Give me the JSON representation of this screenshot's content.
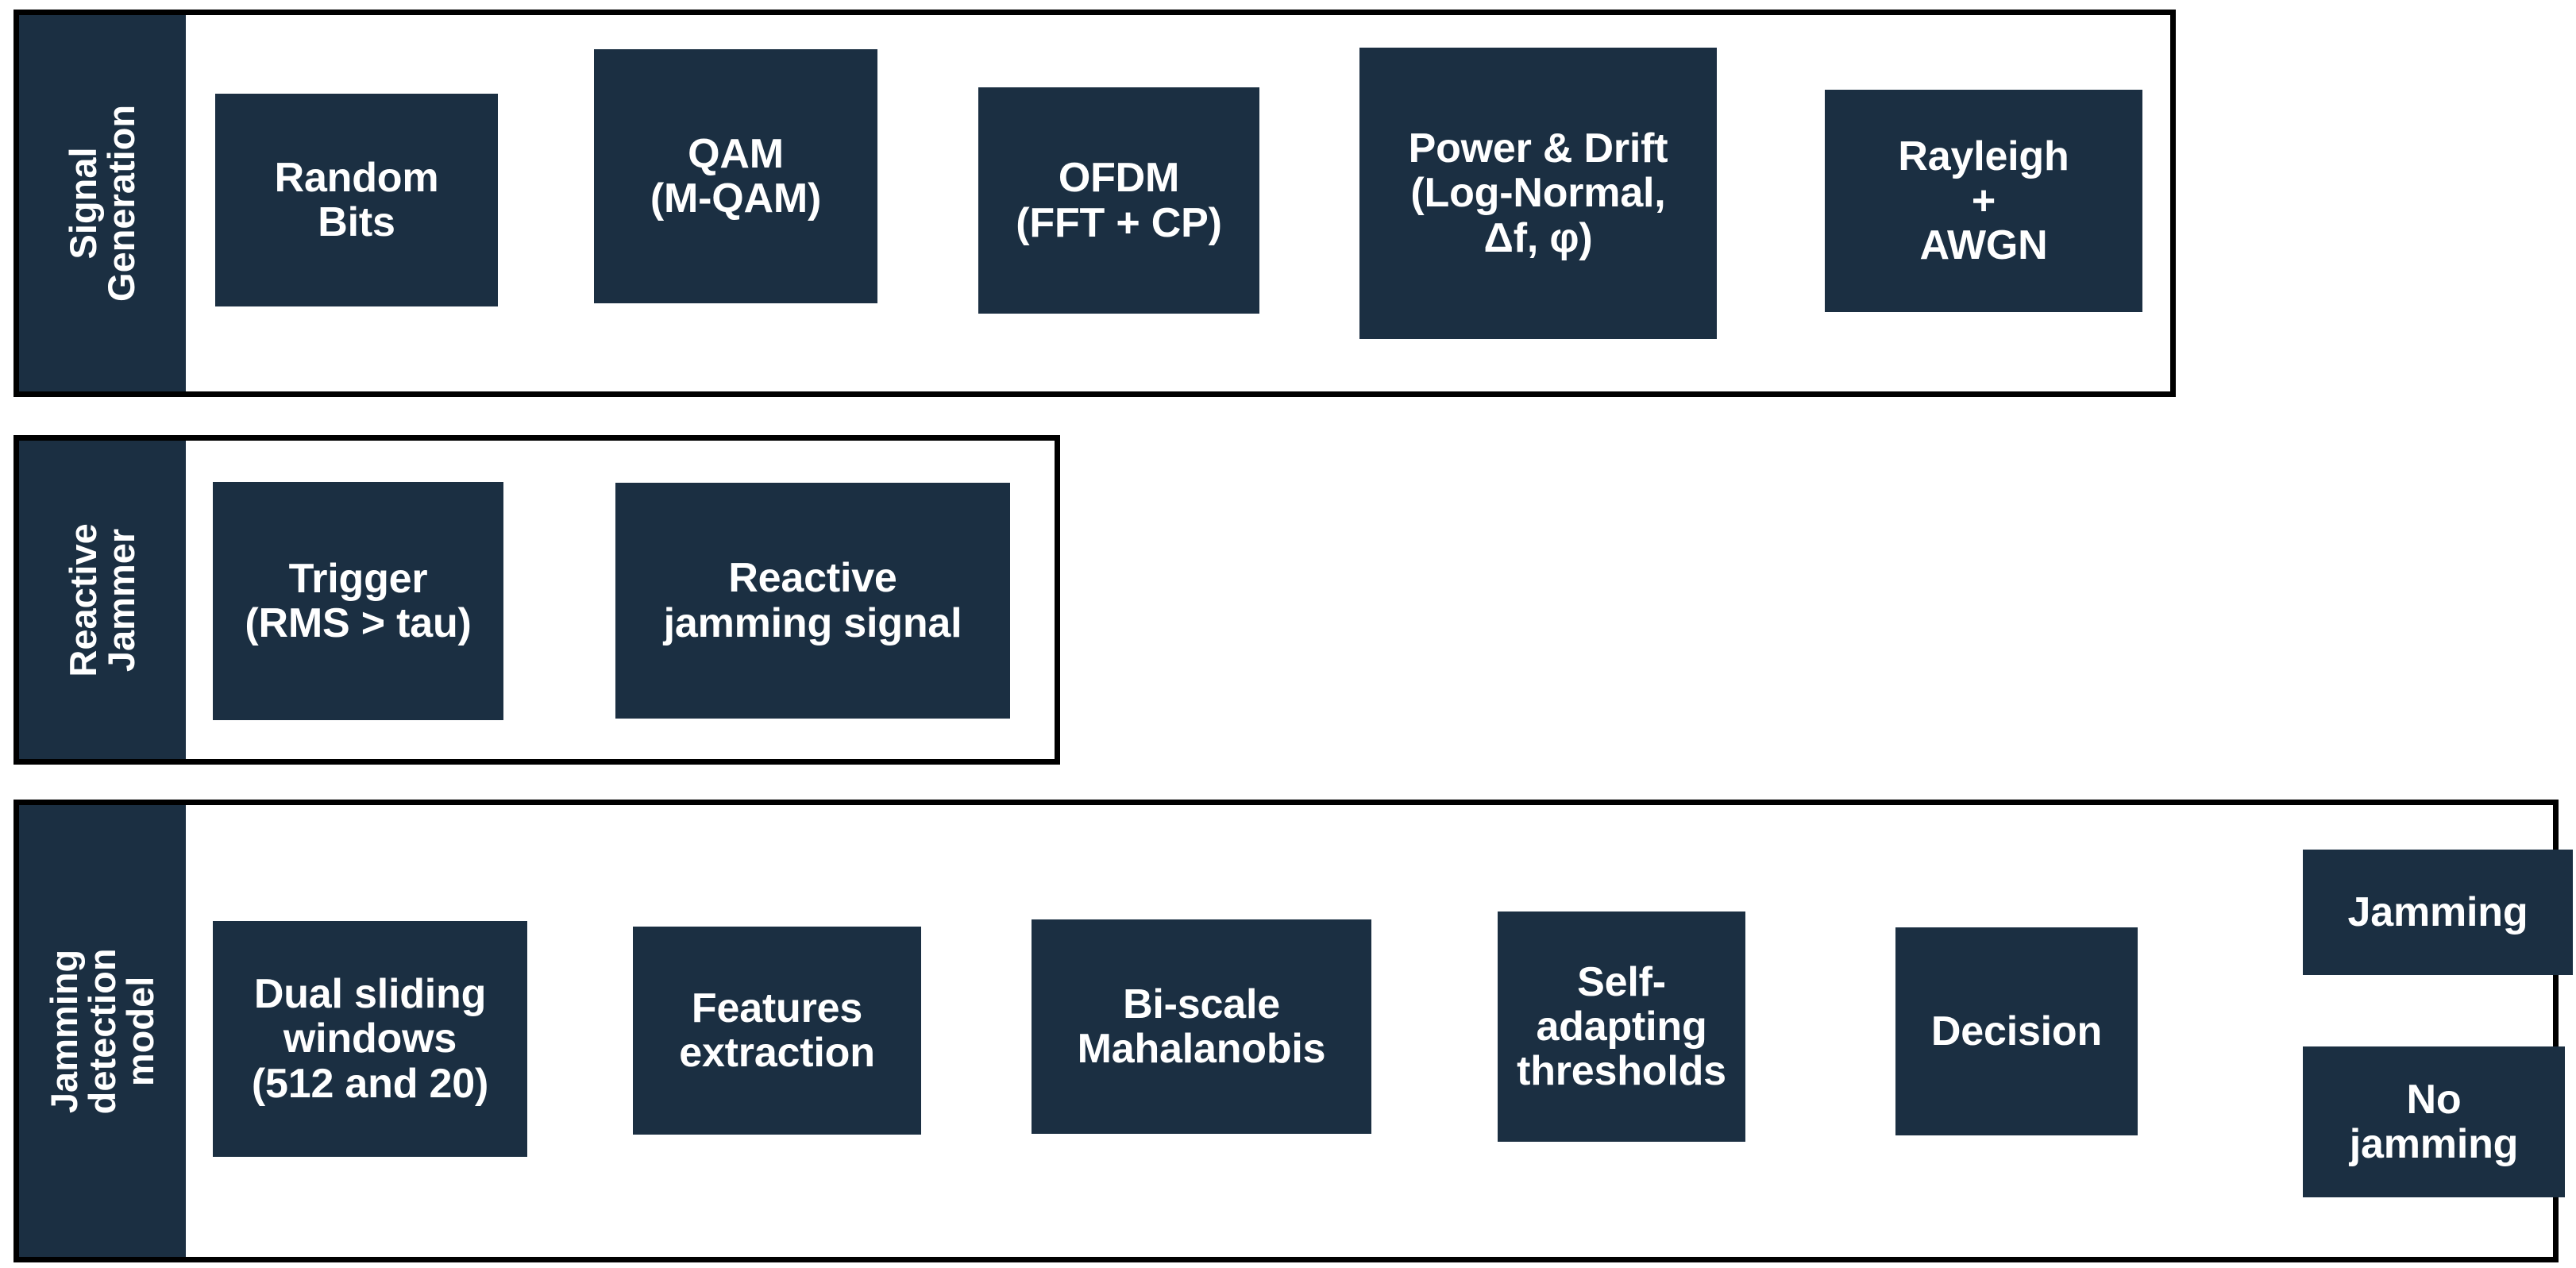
{
  "colors": {
    "node_fill": "#1B2F42",
    "band_fill": "#1B2F42",
    "arrow": "#27465E",
    "border": "#000000",
    "canvas": "#FFFFFF",
    "node_text": "#FFFFFF"
  },
  "sections": [
    {
      "id": "signal-generation",
      "band_label": "Signal\nGeneration",
      "nodes": [
        {
          "id": "random-bits",
          "label": "Random\nBits"
        },
        {
          "id": "qam",
          "label": "QAM\n(M-QAM)"
        },
        {
          "id": "ofdm",
          "label": "OFDM\n(FFT + CP)"
        },
        {
          "id": "power-drift",
          "label": "Power & Drift\n(Log-Normal,\nΔf, φ)"
        },
        {
          "id": "rayleigh-awgn",
          "label": "Rayleigh\n+\nAWGN"
        }
      ]
    },
    {
      "id": "reactive-jammer",
      "band_label": "Reactive\nJammer",
      "nodes": [
        {
          "id": "trigger",
          "label": "Trigger\n(RMS > tau)"
        },
        {
          "id": "reactive-jamming-signal",
          "label": "Reactive\njamming signal"
        }
      ]
    },
    {
      "id": "jamming-detection-model",
      "band_label": "Jamming\ndetection model",
      "nodes": [
        {
          "id": "dual-sliding-windows",
          "label": "Dual sliding\nwindows\n(512 and 20)"
        },
        {
          "id": "features-extraction",
          "label": "Features\nextraction"
        },
        {
          "id": "bi-scale-mahalanobis",
          "label": "Bi-scale\nMahalanobis"
        },
        {
          "id": "self-adapting-thresholds",
          "label": "Self-\nadapting\nthresholds"
        },
        {
          "id": "decision",
          "label": "Decision"
        },
        {
          "id": "jamming",
          "label": "Jamming"
        },
        {
          "id": "no-jamming",
          "label": "No\njamming"
        }
      ]
    }
  ]
}
